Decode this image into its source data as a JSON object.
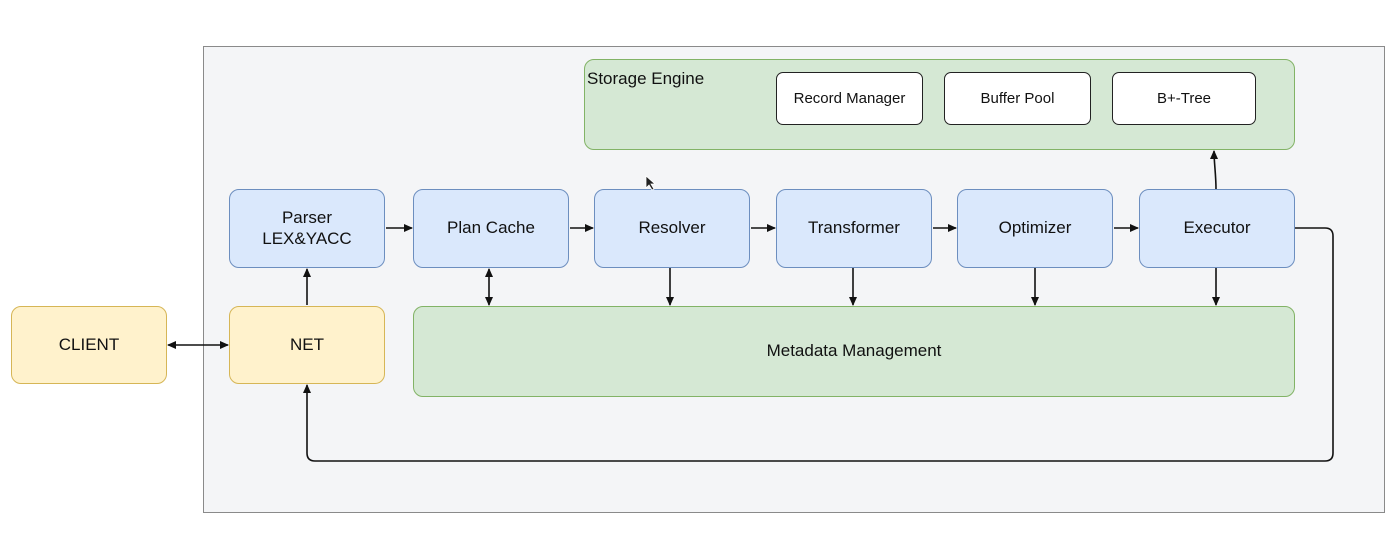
{
  "boxes": {
    "client": "CLIENT",
    "net": "NET",
    "parser": "Parser\nLEX&YACC",
    "plan_cache": "Plan Cache",
    "resolver": "Resolver",
    "transformer": "Transformer",
    "optimizer": "Optimizer",
    "executor": "Executor",
    "metadata": "Metadata Management"
  },
  "storage": {
    "label": "Storage Engine",
    "record_manager": "Record Manager",
    "buffer_pool": "Buffer Pool",
    "bplus_tree": "B+-Tree"
  },
  "colors": {
    "blue_fill": "#dae8fc",
    "blue_stroke": "#6c8ebf",
    "yellow_fill": "#fff2cc",
    "yellow_stroke": "#d6b656",
    "green_fill": "#d5e8d4",
    "green_stroke": "#82b366"
  }
}
